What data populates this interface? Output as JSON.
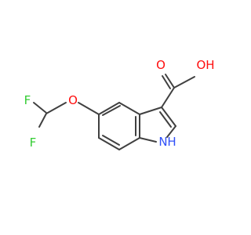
{
  "molecule": {
    "atoms": {
      "F1": {
        "symbol": "F"
      },
      "F2": {
        "symbol": "F"
      },
      "O_ether": {
        "symbol": "O"
      },
      "O_carbonyl": {
        "symbol": "O"
      },
      "O_hydroxyl": {
        "symbol": "OH"
      },
      "N1": {
        "symbol": "N"
      },
      "H_N": {
        "symbol": "H"
      }
    }
  },
  "colors": {
    "bond": "#404040",
    "fluorine": "#33cc33",
    "oxygen": "#ff0d0d",
    "nitrogen": "#3050f8"
  }
}
